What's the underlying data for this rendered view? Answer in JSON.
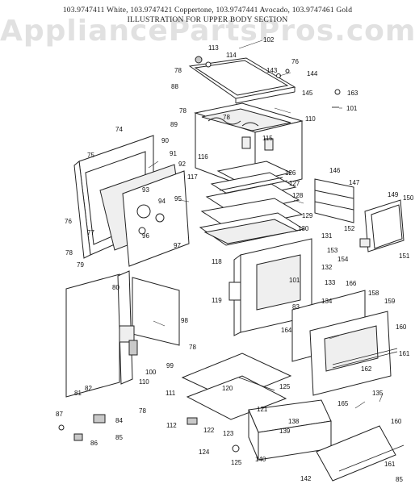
{
  "header": {
    "line1": "103.9747411 White, 103.9747421 Coppertone, 103.9747441 Avocado, 103.9747461 Gold",
    "line2": "ILLUSTRATION FOR UPPER BODY SECTION"
  },
  "watermark": "AppliancePartsPros.com",
  "callouts": [
    {
      "n": "102"
    },
    {
      "n": "113"
    },
    {
      "n": "114"
    },
    {
      "n": "76"
    },
    {
      "n": "143"
    },
    {
      "n": "144"
    },
    {
      "n": "163"
    },
    {
      "n": "78"
    },
    {
      "n": "88"
    },
    {
      "n": "145"
    },
    {
      "n": "101"
    },
    {
      "n": "78"
    },
    {
      "n": "78"
    },
    {
      "n": "89"
    },
    {
      "n": "110"
    },
    {
      "n": "74"
    },
    {
      "n": "115"
    },
    {
      "n": "75"
    },
    {
      "n": "90"
    },
    {
      "n": "91"
    },
    {
      "n": "92"
    },
    {
      "n": "116"
    },
    {
      "n": "126"
    },
    {
      "n": "146"
    },
    {
      "n": "117"
    },
    {
      "n": "127"
    },
    {
      "n": "147"
    },
    {
      "n": "93"
    },
    {
      "n": "94"
    },
    {
      "n": "95"
    },
    {
      "n": "128"
    },
    {
      "n": "149"
    },
    {
      "n": "150"
    },
    {
      "n": "129"
    },
    {
      "n": "96"
    },
    {
      "n": "76"
    },
    {
      "n": "77"
    },
    {
      "n": "130"
    },
    {
      "n": "152"
    },
    {
      "n": "97"
    },
    {
      "n": "131"
    },
    {
      "n": "78"
    },
    {
      "n": "153"
    },
    {
      "n": "79"
    },
    {
      "n": "154"
    },
    {
      "n": "118"
    },
    {
      "n": "151"
    },
    {
      "n": "132"
    },
    {
      "n": "101"
    },
    {
      "n": "133"
    },
    {
      "n": "166"
    },
    {
      "n": "80"
    },
    {
      "n": "83"
    },
    {
      "n": "119"
    },
    {
      "n": "134"
    },
    {
      "n": "158"
    },
    {
      "n": "159"
    },
    {
      "n": "98"
    },
    {
      "n": "164"
    },
    {
      "n": "160"
    },
    {
      "n": "78"
    },
    {
      "n": "161"
    },
    {
      "n": "99"
    },
    {
      "n": "100"
    },
    {
      "n": "162"
    },
    {
      "n": "110"
    },
    {
      "n": "82"
    },
    {
      "n": "111"
    },
    {
      "n": "120"
    },
    {
      "n": "125"
    },
    {
      "n": "135"
    },
    {
      "n": "81"
    },
    {
      "n": "78"
    },
    {
      "n": "165"
    },
    {
      "n": "121"
    },
    {
      "n": "87"
    },
    {
      "n": "84"
    },
    {
      "n": "138"
    },
    {
      "n": "160"
    },
    {
      "n": "112"
    },
    {
      "n": "122"
    },
    {
      "n": "123"
    },
    {
      "n": "139"
    },
    {
      "n": "85"
    },
    {
      "n": "86"
    },
    {
      "n": "124"
    },
    {
      "n": "140"
    },
    {
      "n": "125"
    },
    {
      "n": "161"
    },
    {
      "n": "142"
    },
    {
      "n": "85"
    }
  ]
}
